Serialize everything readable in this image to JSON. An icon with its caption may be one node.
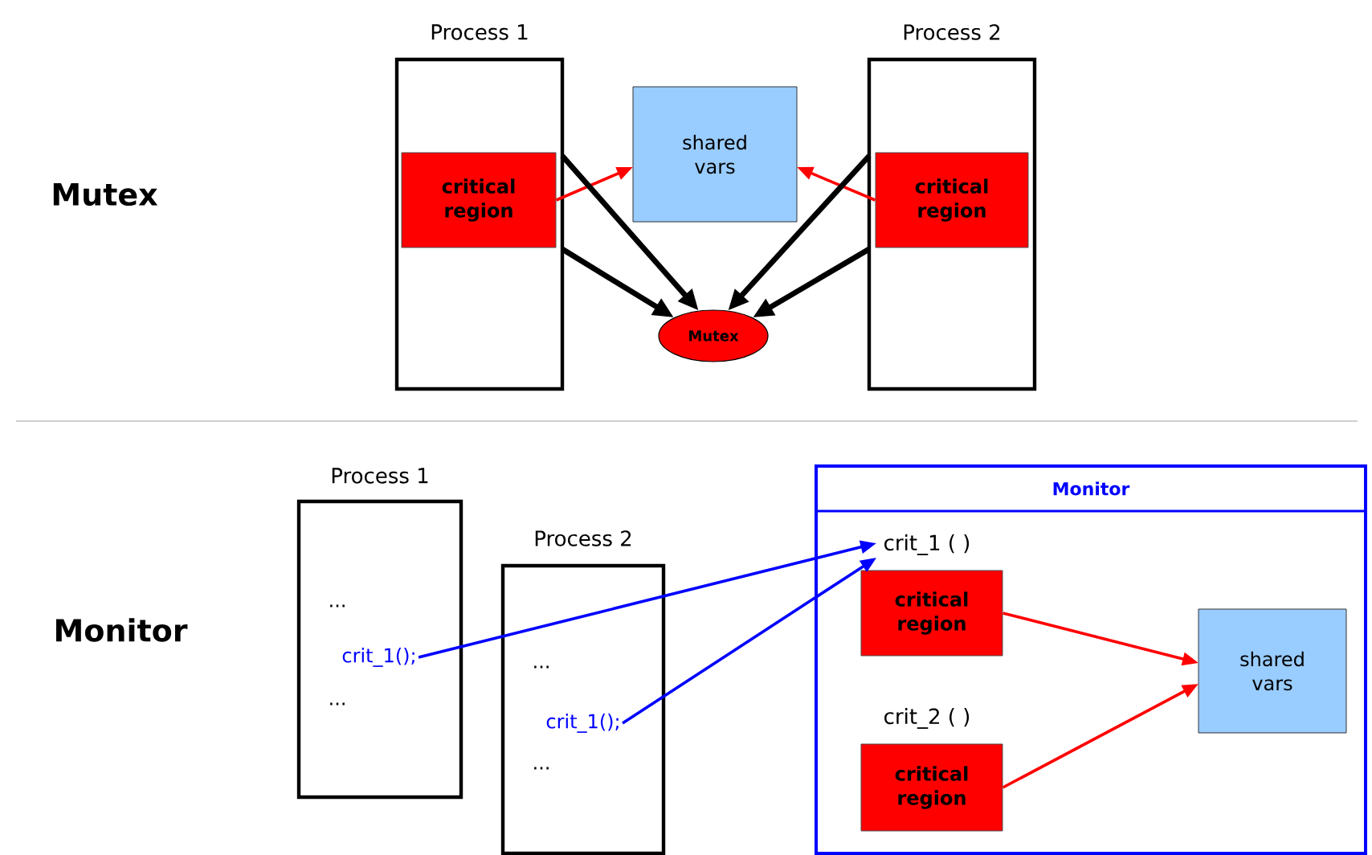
{
  "diagram": {
    "nodes": [
      {
        "text": [
          "Process 1"
        ]
      },
      {
        "text": [
          "critical region"
        ],
        "in": 0
      },
      {
        "text": [
          "shared vars"
        ]
      },
      {
        "text": [
          "Process 2"
        ]
      },
      {
        "text": [
          "critical region"
        ],
        "in": 3
      },
      {
        "text": [
          "Mutex"
        ]
      },
      {
        "text": [
          "Process 1",
          "...",
          "..."
        ]
      },
      {
        "text": [
          "crit_1();"
        ],
        "in": 6
      },
      {
        "text": [
          "Process 2",
          "...",
          "..."
        ]
      },
      {
        "text": [
          "crit_1();"
        ],
        "in": 8
      },
      {
        "text": [
          "Monitor"
        ]
      },
      {
        "text": [
          "crit_1 ( )"
        ],
        "in": 10
      },
      {
        "text": [
          "critical region"
        ],
        "in": 10
      },
      {
        "text": [
          "critical region"
        ],
        "in": 10
      },
      {
        "text": [
          "shared vars"
        ],
        "in": 10
      }
    ],
    "edges": [
      {
        "from": 1,
        "to": 2,
        "arrow": "to",
        "color": "#ff0000"
      },
      {
        "from": 4,
        "to": 2,
        "arrow": "to",
        "color": "#ff0000"
      },
      {
        "from": 0,
        "to": 5,
        "arrow": "to",
        "style": "thick",
        "color": "#000000"
      },
      {
        "from": 0,
        "to": 5,
        "arrow": "to",
        "style": "thick",
        "color": "#000000"
      },
      {
        "from": 3,
        "to": 5,
        "arrow": "to",
        "style": "thick",
        "color": "#000000"
      },
      {
        "from": 3,
        "to": 5,
        "arrow": "to",
        "style": "thick",
        "color": "#000000"
      },
      {
        "from": 7,
        "to": 11,
        "arrow": "to",
        "color": "#0000ff"
      },
      {
        "from": 9,
        "to": 11,
        "arrow": "to",
        "color": "#0000ff"
      },
      {
        "from": 12,
        "to": 14,
        "arrow": "to",
        "color": "#ff0000"
      },
      {
        "from": 13,
        "to": 14,
        "arrow": "to",
        "color": "#ff0000"
      }
    ],
    "labels": [
      "Mutex",
      "Monitor",
      "crit_2 ( )"
    ]
  }
}
